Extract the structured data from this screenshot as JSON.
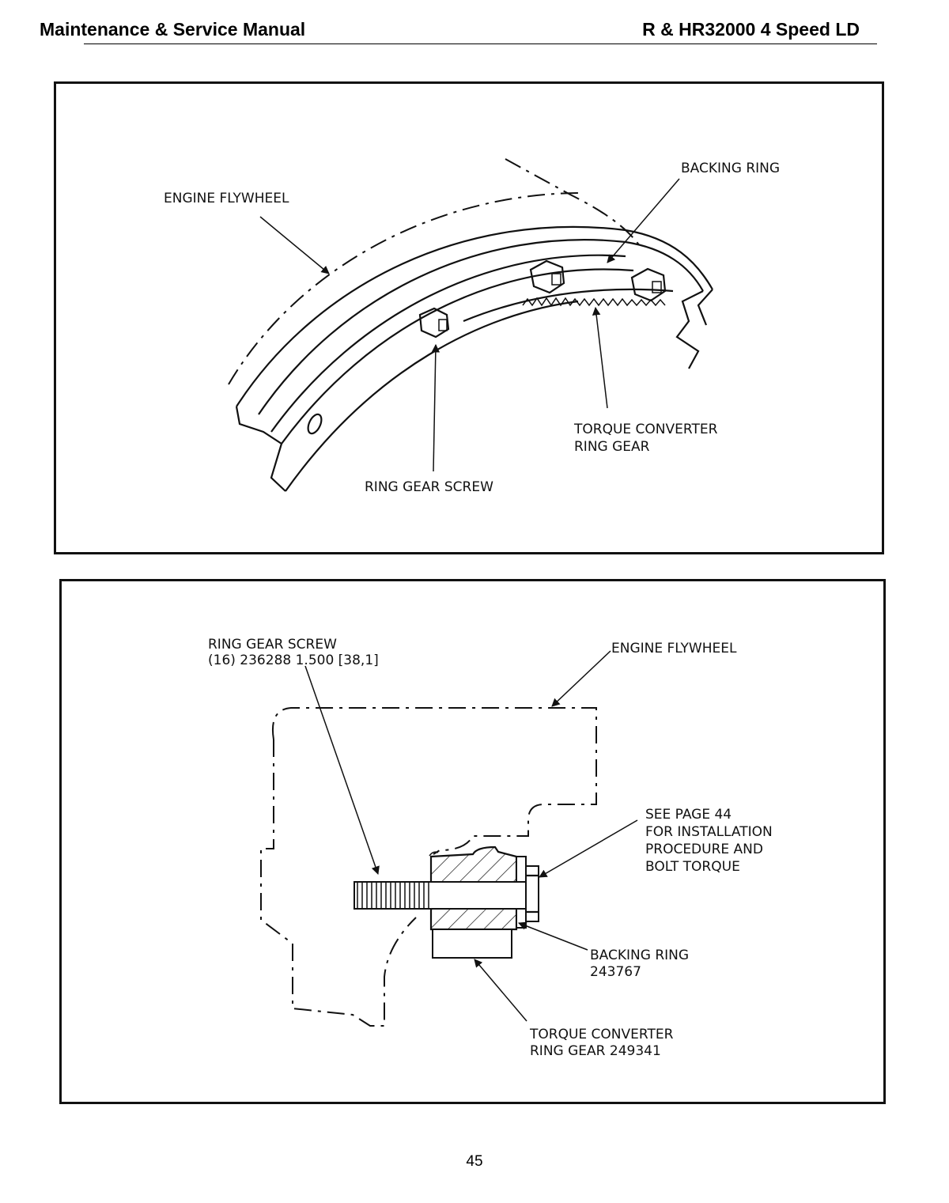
{
  "header": {
    "left_title": "Maintenance & Service Manual",
    "right_title": "R & HR32000 4 Speed LD"
  },
  "figure_top": {
    "labels": {
      "engine_flywheel": "ENGINE FLYWHEEL",
      "backing_ring": "BACKING RING",
      "torque_converter_line1": "TORQUE CONVERTER",
      "torque_converter_line2": "RING GEAR",
      "ring_gear_screw": "RING GEAR SCREW"
    }
  },
  "figure_bottom": {
    "labels": {
      "ring_gear_screw_line1": "RING GEAR SCREW",
      "ring_gear_screw_line2": "(16) 236288 1.500 [38,1]",
      "engine_flywheel": "ENGINE FLYWHEEL",
      "see_page_line1": "SEE PAGE 44",
      "see_page_line2": "FOR INSTALLATION",
      "see_page_line3": "PROCEDURE AND",
      "see_page_line4": "BOLT TORQUE",
      "backing_ring_line1": "BACKING RING",
      "backing_ring_line2": "243767",
      "torque_converter_line1": "TORQUE CONVERTER",
      "torque_converter_line2": "RING GEAR 249341"
    }
  },
  "footer": {
    "page_number": "45"
  }
}
